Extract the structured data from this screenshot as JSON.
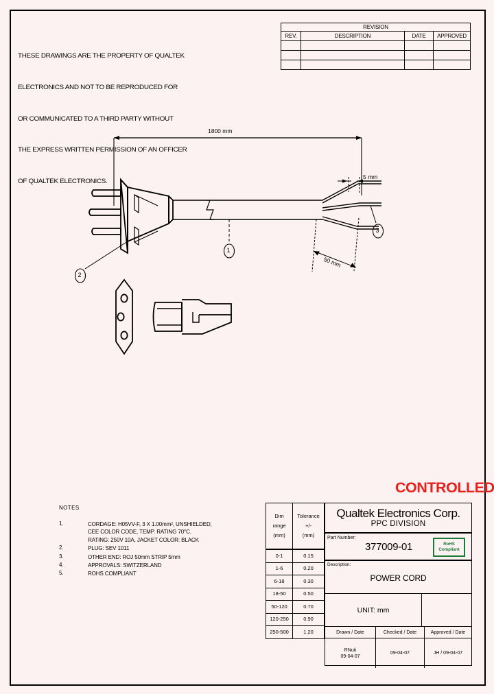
{
  "legal_notice": [
    "THESE DRAWINGS ARE THE PROPERTY OF QUALTEK",
    "ELECTRONICS AND NOT TO BE REPRODUCED FOR",
    "OR COMMUNICATED TO A THIRD PARTY WITHOUT",
    "THE EXPRESS WRITTEN PERMISSION OF AN OFFICER",
    "OF QUALTEK ELECTRONICS."
  ],
  "revision": {
    "title": "REVISION",
    "columns": [
      "REV.",
      "DESCRIPTION",
      "DATE",
      "APPROVED"
    ],
    "rows": [
      [
        "",
        "",
        "",
        ""
      ],
      [
        "",
        "",
        "",
        ""
      ],
      [
        "",
        "",
        "",
        ""
      ]
    ]
  },
  "drawing": {
    "overall_length": "1800 mm",
    "strip_length": "5 mm",
    "jacket_strip": "50 mm",
    "balloons": [
      "1",
      "2",
      "3"
    ]
  },
  "stamp": "CONTROLLED",
  "notes": {
    "title": "NOTES",
    "items": [
      {
        "num": "1.",
        "lines": [
          "CORDAGE: H05VV-F, 3 X 1.00mm², UNSHIELDED,",
          "CEE COLOR CODE, TEMP. RATING 70°C.",
          "RATING: 250V 10A, JACKET COLOR: BLACK"
        ]
      },
      {
        "num": "2.",
        "lines": [
          "PLUG:  SEV 1011"
        ]
      },
      {
        "num": "3.",
        "lines": [
          "OTHER END:  ROJ 50mm STRIP 5mm"
        ]
      },
      {
        "num": "4.",
        "lines": [
          "APPROVALS:  SWITZERLAND"
        ]
      },
      {
        "num": "5.",
        "lines": [
          "ROHS COMPLIANT"
        ]
      }
    ]
  },
  "tolerance_table": {
    "header": [
      "Dim range (mm)",
      "Tolerance +/- (mm)"
    ],
    "header_lines_left": [
      "Dim",
      "range",
      "(mm)"
    ],
    "header_lines_right": [
      "Tolerance",
      "+/-",
      "(mm)"
    ],
    "rows": [
      [
        "0-1",
        "0.15"
      ],
      [
        "1-6",
        "0.20"
      ],
      [
        "6-18",
        "0.30"
      ],
      [
        "18-50",
        "0.50"
      ],
      [
        "50-120",
        "0.70"
      ],
      [
        "120-250",
        "0.90"
      ],
      [
        "250-500",
        "1.20"
      ]
    ]
  },
  "title_block": {
    "company": "Qualtek Electronics Corp.",
    "division": "PPC DIVISION",
    "part_number_label": "Part Number:",
    "part_number": "377009-01",
    "rohs_line1": "RoHS",
    "rohs_line2": "Compliant",
    "description_label": "Description:",
    "description": "POWER CORD",
    "unit": "UNIT: mm",
    "signature_headers": [
      "Drawn / Date",
      "Checked / Date",
      "Approved / Date"
    ],
    "drawn_by": "RNuti",
    "drawn_date": "09-04-07",
    "checked_date": "09-04-07",
    "approved": "JH / 09-04-07"
  },
  "colors": {
    "stamp_red": "#e8201a",
    "rohs_green": "#1a7a36",
    "line": "#000000",
    "background": "#fdf2f2"
  }
}
